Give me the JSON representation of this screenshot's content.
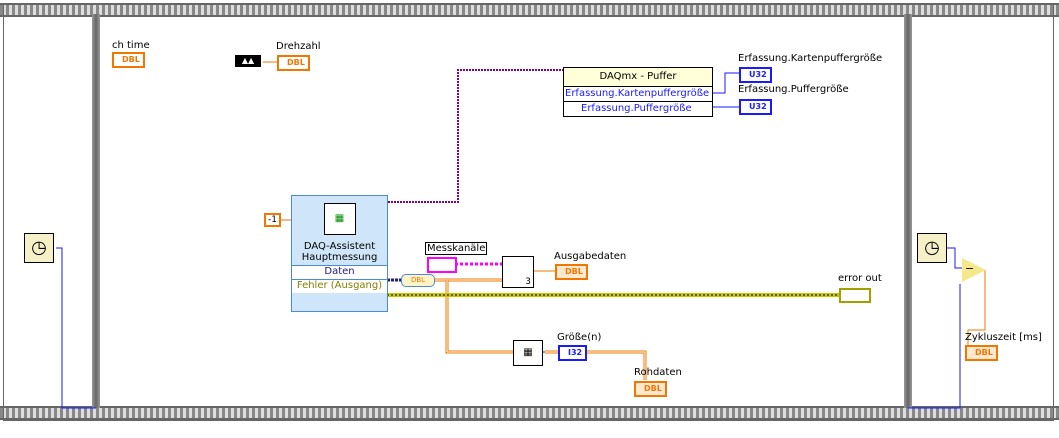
{
  "colors": {
    "dbl": "#f07800",
    "u32": "#1a1aff",
    "error": "#c8c800",
    "dynamic": "#1a1a8a",
    "task": "#800080",
    "frame": "#777777"
  },
  "terminals": {
    "ch_time": {
      "label": "ch time",
      "type": "DBL"
    },
    "drehzahl": {
      "label": "Drehzahl",
      "type": "DBL"
    },
    "kartenpuffer": {
      "label": "Erfassung.Kartenpuffergröße",
      "type": "U32"
    },
    "puffer": {
      "label": "Erfassung.Puffergröße",
      "type": "U32"
    },
    "ausgabedaten": {
      "label": "Ausgabedaten",
      "type": "DBL"
    },
    "error_out": {
      "label": "error out"
    },
    "groesse": {
      "label": "Größe(n)",
      "type": "I32"
    },
    "rohdaten": {
      "label": "Rohdaten",
      "type": "DBL"
    },
    "zykluszeit": {
      "label": "Zykluszeit [ms]",
      "type": "DBL"
    }
  },
  "constant_minus1": "-1",
  "daq_assistant": {
    "title": "DAQ-Assistent",
    "subtitle": "Hauptmessung",
    "out1": "Daten",
    "out2": "Fehler (Ausgang)"
  },
  "property_node": {
    "title": "DAQmx - Puffer",
    "prop1": "Erfassung.Kartenpuffergröße",
    "prop2": "Erfassung.Puffergröße"
  },
  "messkanaele": {
    "label": "Messkanäle"
  },
  "select_signal_index": "3",
  "icons": [
    "clock-icon",
    "daq-assistant-icon",
    "subtract-icon",
    "array-size-icon",
    "select-signals-icon",
    "convert-dynamic-icon",
    "waveform-constant-icon"
  ]
}
